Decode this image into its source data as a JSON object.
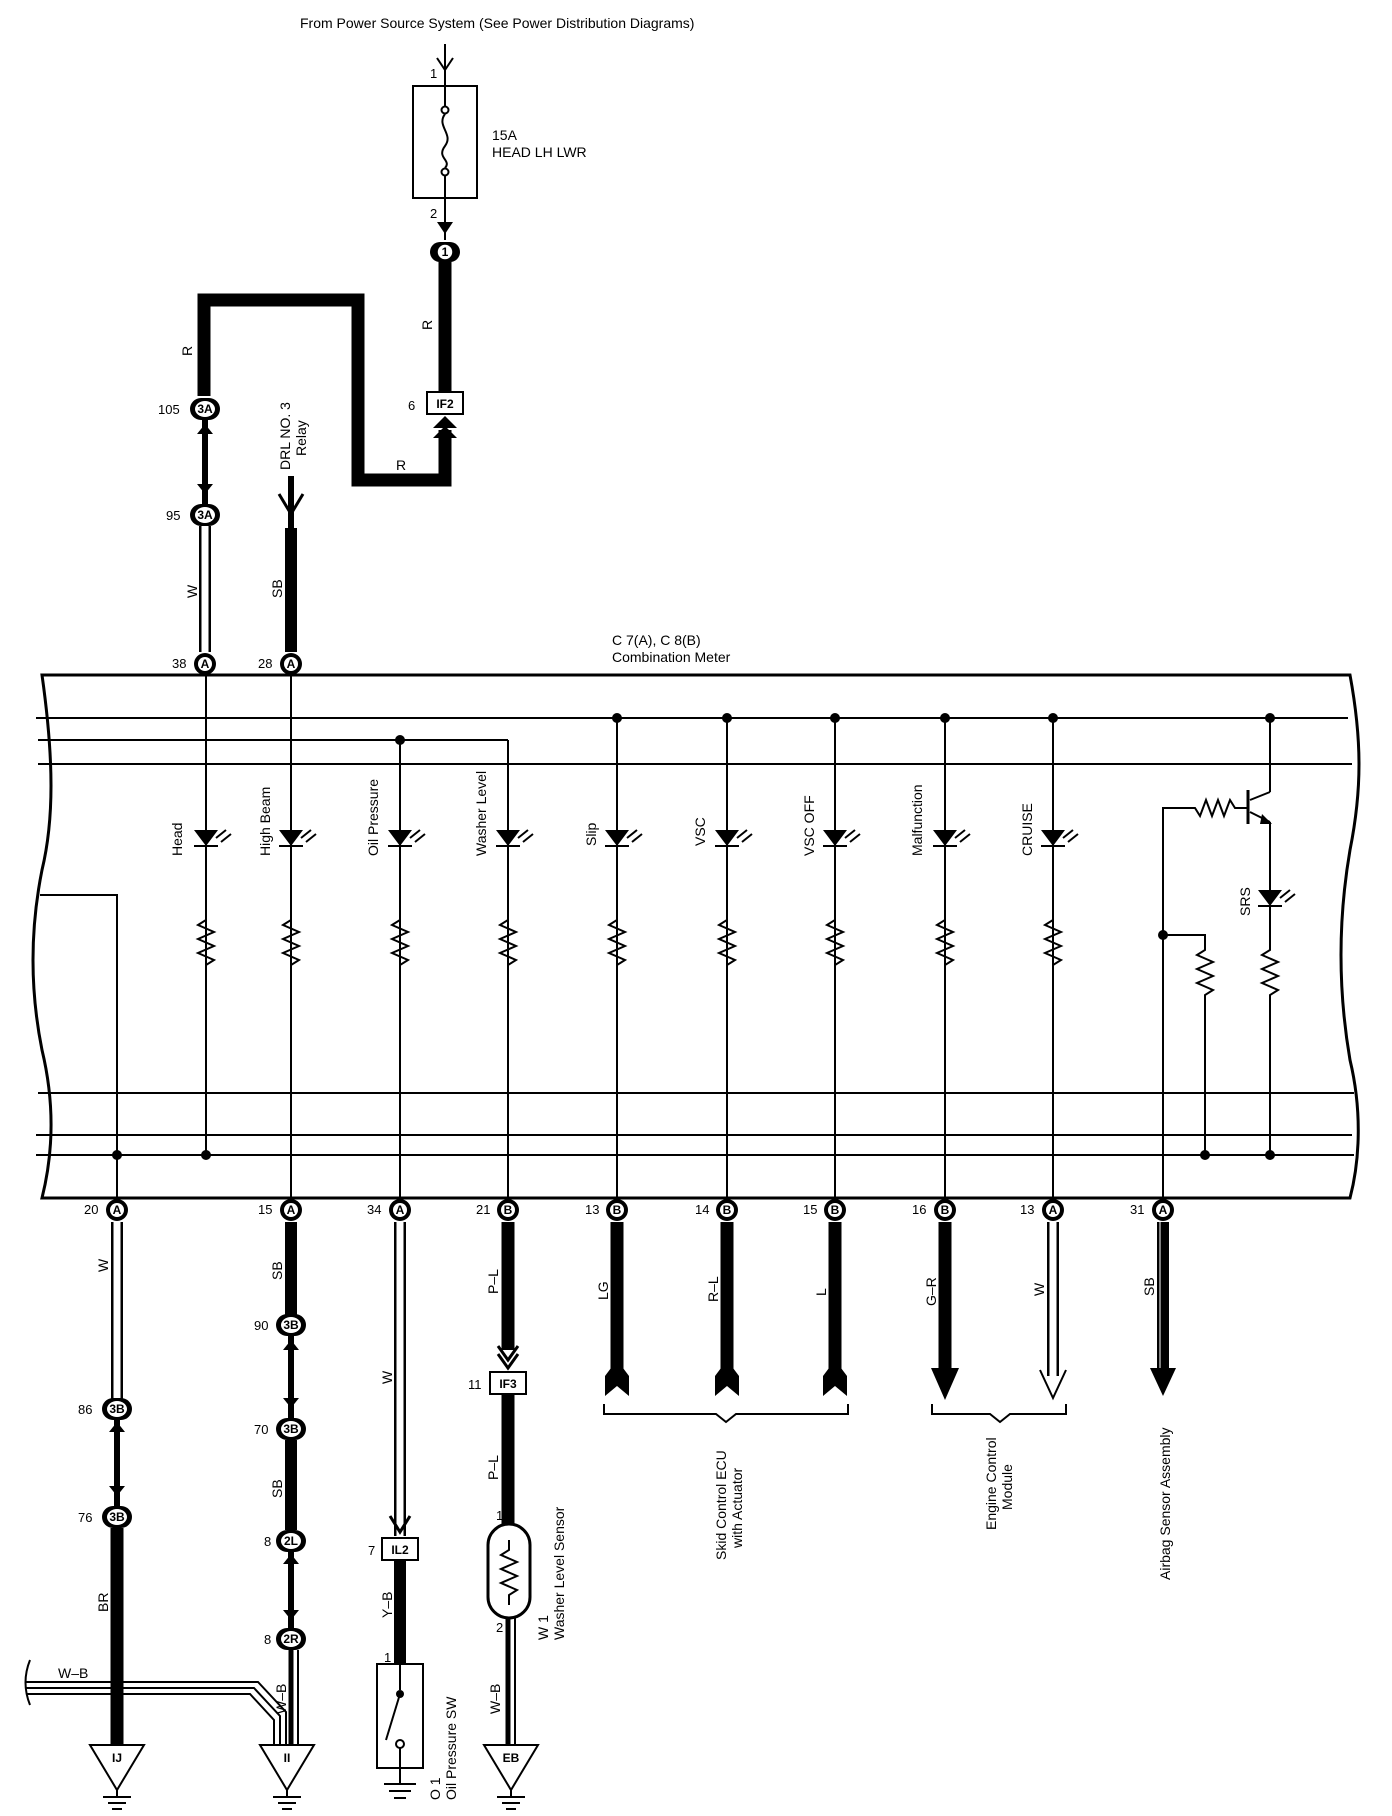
{
  "power_source": "From Power Source System (See Power Distribution Diagrams)",
  "fuse": {
    "rating": "15A",
    "name": "HEAD LH LWR",
    "pin_in": "1",
    "pin_out": "2"
  },
  "connectors": {
    "c1": "1",
    "if2": {
      "code": "IF2",
      "pin": "6"
    },
    "j3a_top": {
      "code": "3A",
      "pin": "105"
    },
    "j3a_bot": {
      "code": "3A",
      "pin": "95"
    },
    "if3": {
      "code": "IF3",
      "pin": "11"
    },
    "il2": {
      "code": "IL2",
      "pin": "7"
    },
    "j3b_86": {
      "code": "3B",
      "pin": "86"
    },
    "j3b_76": {
      "code": "3B",
      "pin": "76"
    },
    "j3b_90": {
      "code": "3B",
      "pin": "90"
    },
    "j3b_70": {
      "code": "3B",
      "pin": "70"
    },
    "j2l": {
      "code": "2L",
      "pin": "8"
    },
    "j2r": {
      "code": "2R",
      "pin": "8"
    }
  },
  "drl_relay": {
    "line1": "DRL NO. 3",
    "line2": "Relay"
  },
  "meter": {
    "ref": "C 7(A), C 8(B)",
    "name": "Combination Meter"
  },
  "top_pins": [
    {
      "pin": "38",
      "conn": "A",
      "wire": "W"
    },
    {
      "pin": "28",
      "conn": "A",
      "wire": "SB"
    }
  ],
  "indicators": [
    "Head",
    "High Beam",
    "Oil Pressure",
    "Washer Level",
    "Slip",
    "VSC",
    "VSC OFF",
    "Malfunction",
    "CRUISE"
  ],
  "srs": "SRS",
  "bottom_pins": [
    {
      "pin": "20",
      "conn": "A",
      "wire": "W"
    },
    {
      "pin": "15",
      "conn": "A",
      "wire": "SB"
    },
    {
      "pin": "34",
      "conn": "A",
      "wire": "W"
    },
    {
      "pin": "21",
      "conn": "B",
      "wire": "P–L"
    },
    {
      "pin": "13",
      "conn": "B",
      "wire": "LG"
    },
    {
      "pin": "14",
      "conn": "B",
      "wire": "R–L"
    },
    {
      "pin": "15",
      "conn": "B",
      "wire": "L"
    },
    {
      "pin": "16",
      "conn": "B",
      "wire": "G–R"
    },
    {
      "pin": "13",
      "conn": "A",
      "wire": "W"
    },
    {
      "pin": "31",
      "conn": "A",
      "wire": "SB"
    }
  ],
  "wires": {
    "r": "R",
    "w": "W",
    "sb": "SB",
    "br": "BR",
    "wb": "W–B",
    "yb": "Y–B",
    "pl": "P–L"
  },
  "sensor": {
    "ref": "W 1",
    "name": "Washer Level Sensor",
    "pin1": "1",
    "pin2": "2"
  },
  "switch": {
    "ref": "O 1",
    "name": "Oil Pressure SW",
    "pin": "1"
  },
  "grounds": [
    "IJ",
    "II",
    "EB"
  ],
  "destinations": {
    "skid_1": "Skid Control ECU",
    "skid_2": "with Actuator",
    "ecm_1": "Engine Control",
    "ecm_2": "Module",
    "airbag": "Airbag Sensor Assembly"
  },
  "colors": {
    "ink": "#000000",
    "paper": "#ffffff"
  }
}
